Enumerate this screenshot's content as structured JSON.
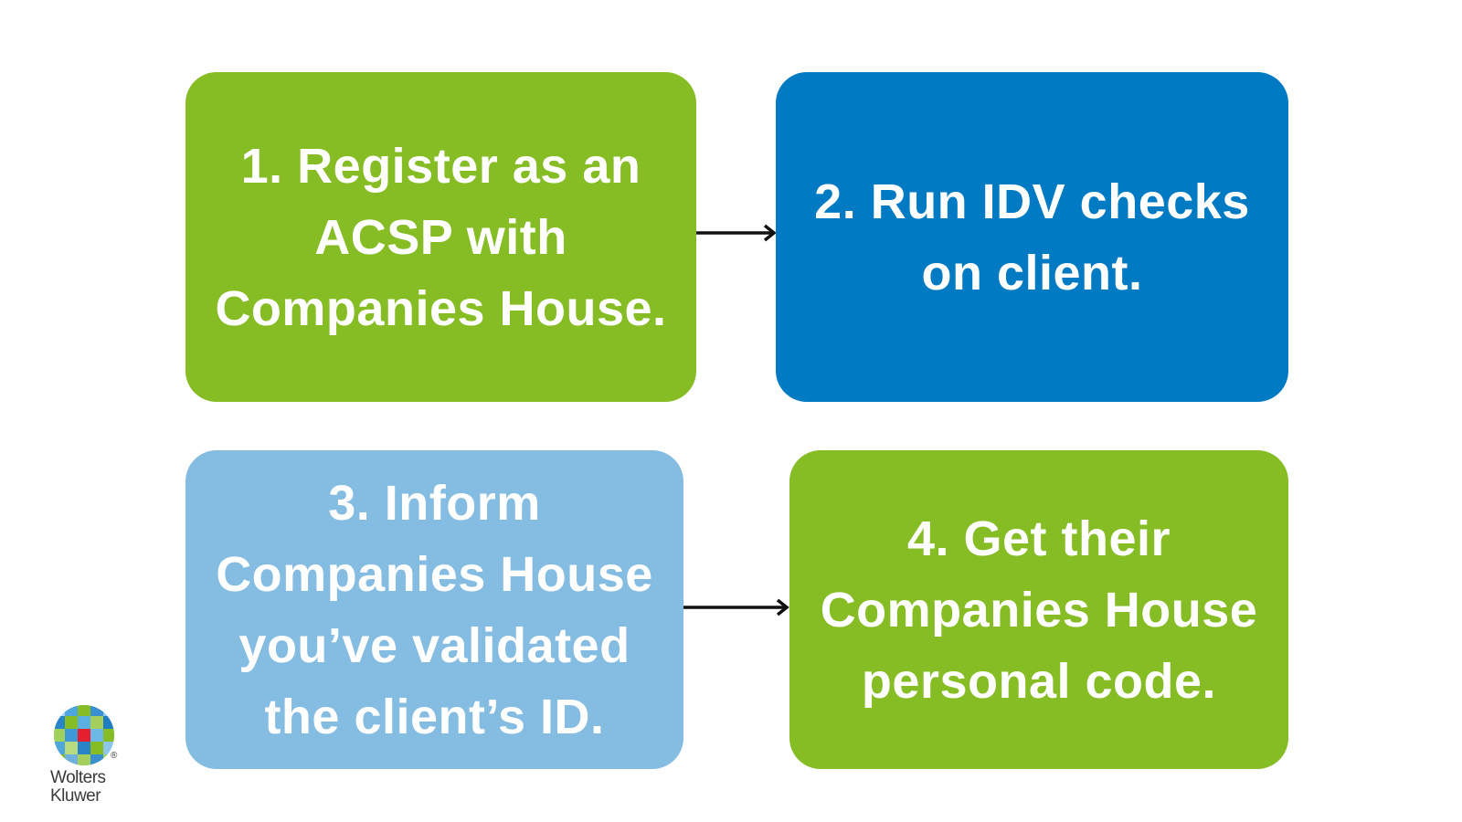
{
  "colors": {
    "green": "#86bc24",
    "blue": "#007ac3",
    "light_blue": "#85bce2",
    "text": "#ffffff",
    "arrow": "#111111"
  },
  "steps": [
    {
      "text": "1. Register as an\nACSP with\nCompanies House.",
      "color": "green"
    },
    {
      "text": "2. Run IDV checks\non client.",
      "color": "blue"
    },
    {
      "text": "3. Inform\nCompanies House\nyou’ve validated\nthe client’s ID.",
      "color": "light_blue"
    },
    {
      "text": "4. Get their\nCompanies House\npersonal code.",
      "color": "green"
    }
  ],
  "connectors": [
    {
      "from": 1,
      "to": 2,
      "icon": "arrow-right-icon"
    },
    {
      "from": 3,
      "to": 4,
      "icon": "arrow-right-icon"
    }
  ],
  "logo": {
    "icon": "wolters-kluwer-logo-icon",
    "line1": "Wolters",
    "line2": "Kluwer",
    "registered": "®"
  }
}
